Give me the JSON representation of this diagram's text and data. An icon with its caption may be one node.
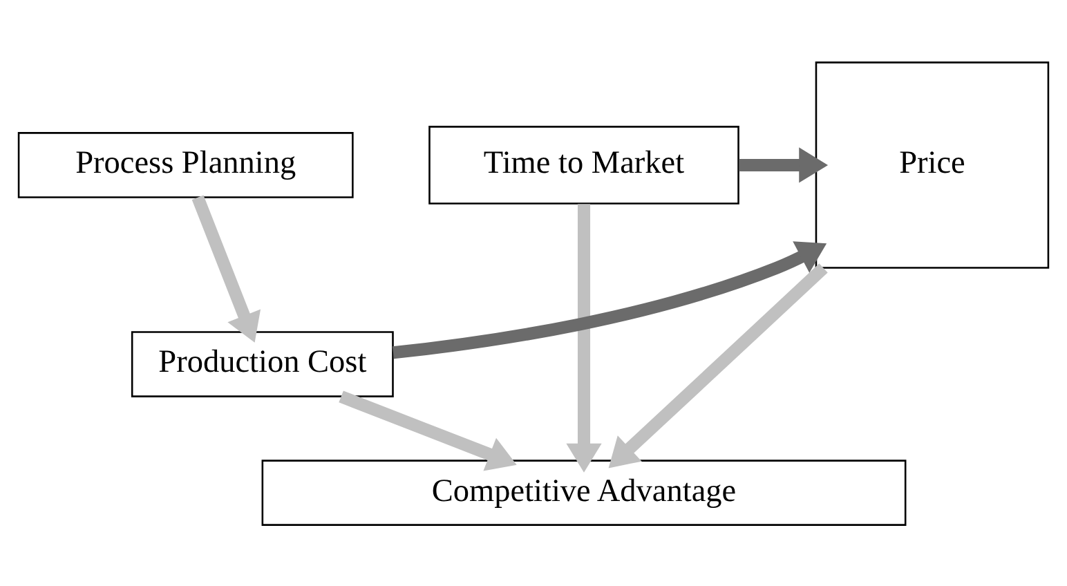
{
  "diagram": {
    "nodes": [
      {
        "text": [
          "Process Planning"
        ]
      },
      {
        "text": [
          "Time to Market"
        ]
      },
      {
        "text": [
          "Price"
        ]
      },
      {
        "text": [
          "Production Cost"
        ]
      },
      {
        "text": [
          "Competitive Advantage"
        ]
      }
    ],
    "edges": [
      {
        "from": 0,
        "to": 3,
        "arrow": "to"
      },
      {
        "from": 1,
        "to": 2,
        "arrow": "to",
        "color": "#6b6b6b"
      },
      {
        "from": 3,
        "to": 2,
        "arrow": "to",
        "color": "#6b6b6b"
      },
      {
        "from": 1,
        "to": 4,
        "arrow": "to"
      },
      {
        "from": 3,
        "to": 4,
        "arrow": "to"
      },
      {
        "from": 2,
        "to": 4,
        "arrow": "to"
      }
    ]
  }
}
